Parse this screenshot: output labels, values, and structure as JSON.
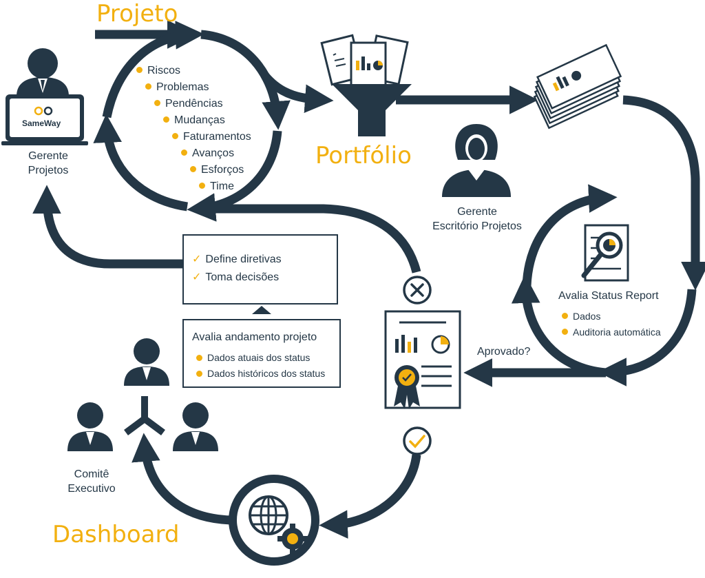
{
  "titles": {
    "projeto": "Projeto",
    "portfolio": "Portfólio",
    "dashboard": "Dashboard"
  },
  "logo": {
    "brand": "SameWay"
  },
  "roles": {
    "gerente_projetos": [
      "Gerente",
      "Projetos"
    ],
    "gerente_escritorio": [
      "Gerente",
      "Escritório Projetos"
    ],
    "comite": [
      "Comitê",
      "Executivo"
    ]
  },
  "project_items": [
    "Riscos",
    "Problemas",
    "Pendências",
    "Mudanças",
    "Faturamentos",
    "Avanços",
    "Esforços",
    "Time"
  ],
  "status_report": {
    "title": "Avalia Status Report",
    "items": [
      "Dados",
      "Auditoria automática"
    ]
  },
  "approved_label": "Aprovado?",
  "decisions_box": {
    "items": [
      "Define diretivas",
      "Toma decisões"
    ]
  },
  "evaluation_box": {
    "title": "Avalia andamento projeto",
    "items": [
      "Dados atuais dos status",
      "Dados históricos dos status"
    ]
  },
  "colors": {
    "navy": "#243746",
    "accent": "#f2b010",
    "paper": "#ffffff"
  },
  "icons": [
    "manager-icon",
    "laptop-icon",
    "female-manager-icon",
    "funnel-icon",
    "document-stack-icon",
    "magnifier-report-icon",
    "certificate-icon",
    "reject-x-icon",
    "approve-check-icon",
    "globe-gear-icon",
    "committee-icon"
  ]
}
